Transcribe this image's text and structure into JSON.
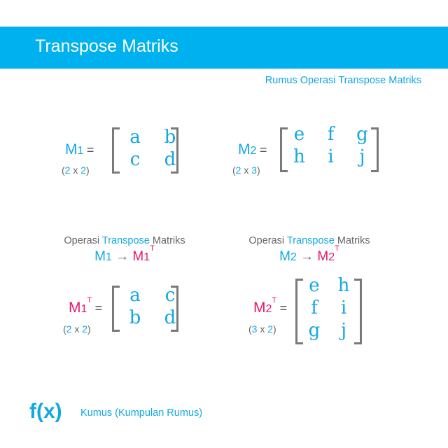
{
  "header": {
    "title": "Transpose Matriks",
    "subtitle": "Rumus Operasi Transpose Matriks"
  },
  "m1": {
    "name": "M",
    "index": "1",
    "eq": "=",
    "dim": [
      "(",
      "2",
      " x ",
      "2",
      ")"
    ],
    "rows": [
      [
        "a",
        "b"
      ],
      [
        "c",
        "d"
      ]
    ]
  },
  "m2": {
    "name": "M",
    "index": "2",
    "eq": "=",
    "dim": [
      "(",
      "2",
      " x ",
      "3",
      ")"
    ],
    "rows": [
      [
        "e",
        "f",
        "g"
      ],
      [
        "h",
        "i",
        "j"
      ]
    ]
  },
  "op1": {
    "pre": "Operasi ",
    "mid": "Transpose",
    "post": " Matriks",
    "from_name": "M",
    "from_index": "1",
    "arrow": "→",
    "to_name": "M",
    "to_index": "1",
    "sup": "T"
  },
  "op2": {
    "pre": "Operasi ",
    "mid": "Transpose",
    "post": " Matriks",
    "from_name": "M",
    "from_index": "2",
    "arrow": "→",
    "to_name": "M",
    "to_index": "2",
    "sup": "T"
  },
  "m1t": {
    "name": "M",
    "index": "1",
    "sup": "T",
    "eq": "=",
    "dim": [
      "(",
      "2",
      " x ",
      "2",
      ")"
    ],
    "rows": [
      [
        "a",
        "c"
      ],
      [
        "b",
        "d"
      ]
    ]
  },
  "m2t": {
    "name": "M",
    "index": "2",
    "sup": "T",
    "eq": "=",
    "dim": [
      "(",
      "3",
      " x ",
      "2",
      ")"
    ],
    "rows": [
      [
        "e",
        "h"
      ],
      [
        "f",
        "i"
      ],
      [
        "g",
        "j"
      ]
    ]
  },
  "footer": {
    "logo": "f(x)",
    "text": "Kumus (Kumpulan Rumus)"
  },
  "colors": {
    "accent": "#00b1ef",
    "pink": "#e8166e",
    "bracket": "#7a7a7a"
  }
}
